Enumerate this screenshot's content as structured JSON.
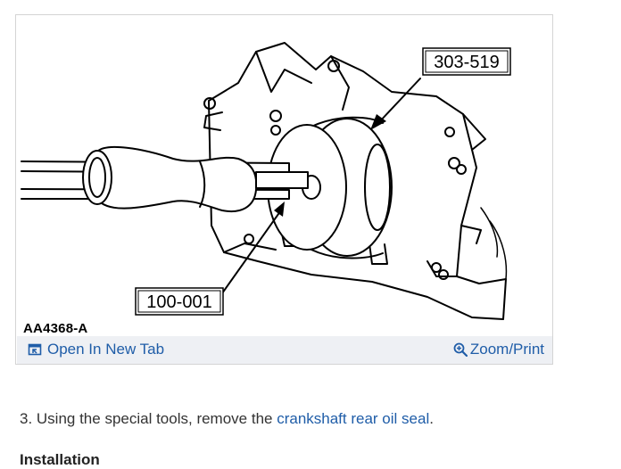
{
  "figure": {
    "tool_label_top": "303-519",
    "tool_label_bottom": "100-001",
    "figure_id": "AA4368-A",
    "open_tab_label": "Open In New Tab",
    "zoom_label": "Zoom/Print",
    "icons": {
      "open_tab": "open-in-new-tab-icon",
      "zoom": "zoom-in-icon"
    }
  },
  "step": {
    "text_before": "3. Using the special tools, remove the ",
    "link_text": "crankshaft rear oil seal",
    "text_after": "."
  },
  "next_heading": "Installation",
  "colors": {
    "link": "#1f5da8",
    "toolbar_bg": "#eef0f4",
    "frame_border": "#d4d4d4"
  }
}
